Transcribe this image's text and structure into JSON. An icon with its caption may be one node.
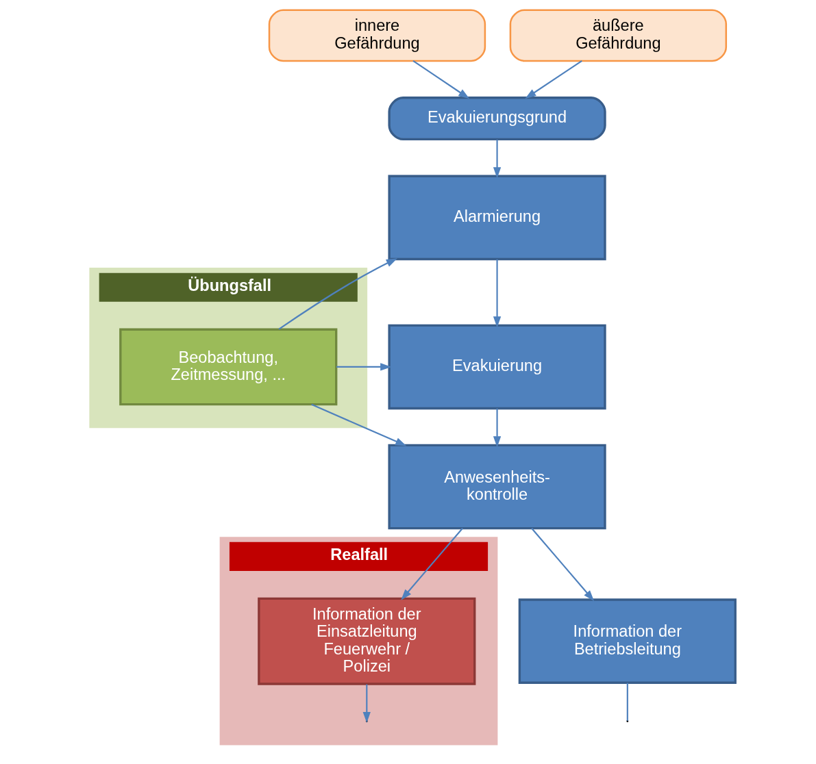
{
  "diagram": {
    "nodes": [
      {
        "text": [
          "Übungsfall"
        ]
      },
      {
        "text": [
          "Realfall"
        ]
      },
      {
        "text": [
          "innere Gefährdung"
        ]
      },
      {
        "text": [
          "äußere Gefährdung"
        ]
      },
      {
        "text": [
          "Evakuierungsgrund"
        ]
      },
      {
        "text": [
          "Alarmierung"
        ]
      },
      {
        "text": [
          "Beobachtung, Zeitmessung, ..."
        ],
        "in": 0
      },
      {
        "text": [
          "Evakuierung"
        ]
      },
      {
        "text": [
          "Anwesenheits- kontrolle"
        ]
      },
      {
        "text": [
          "Information der Betriebsleitung"
        ]
      },
      {
        "text": [
          "Information der Einsatzleitung Feuerwehr / Polizei"
        ],
        "in": 1
      }
    ],
    "edges": [
      {
        "from": 2,
        "to": 4,
        "arrow": "to"
      },
      {
        "from": 3,
        "to": 4,
        "arrow": "to"
      },
      {
        "from": 4,
        "to": 5,
        "arrow": "to"
      },
      {
        "from": 5,
        "to": 7,
        "arrow": "to"
      },
      {
        "from": 7,
        "to": 8,
        "arrow": "to"
      },
      {
        "from": 6,
        "to": 5,
        "arrow": "to"
      },
      {
        "from": 6,
        "to": 7,
        "arrow": "to"
      },
      {
        "from": 6,
        "to": 8,
        "arrow": "to"
      },
      {
        "from": 8,
        "to": 9,
        "arrow": "to"
      },
      {
        "from": 8,
        "to": 10,
        "arrow": "to"
      },
      {
        "from": 9,
        "to": null,
        "arrow": "none"
      },
      {
        "from": 10,
        "to": null,
        "arrow": "to"
      }
    ]
  }
}
